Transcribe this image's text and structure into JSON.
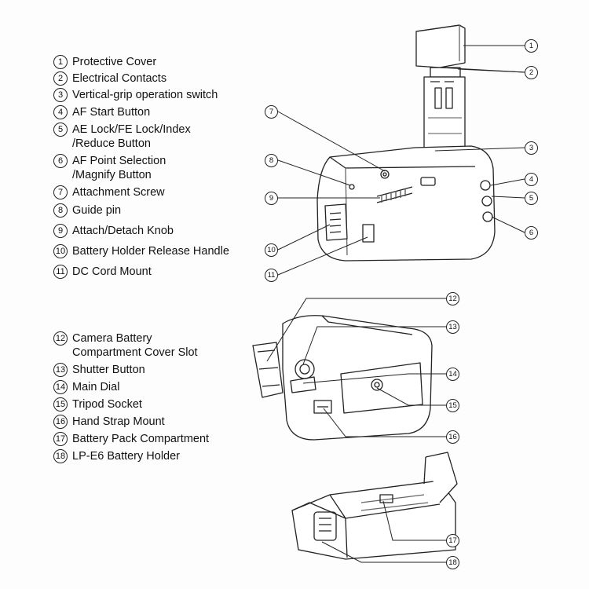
{
  "legend_top": [
    {
      "num": "1",
      "text": "Protective Cover"
    },
    {
      "num": "2",
      "text": "Electrical Contacts"
    },
    {
      "num": "3",
      "text": "Vertical-grip operation switch"
    },
    {
      "num": "4",
      "text": "AF Start Button"
    },
    {
      "num": "5",
      "text": "AE Lock/FE Lock/Index\n/Reduce Button"
    },
    {
      "num": "6",
      "text": "AF Point Selection\n/Magnify Button"
    },
    {
      "num": "7",
      "text": "Attachment Screw"
    },
    {
      "num": "8",
      "text": "Guide pin"
    },
    {
      "num": "9",
      "text": "Attach/Detach Knob"
    },
    {
      "num": "10",
      "text": "Battery Holder Release Handle"
    },
    {
      "num": "11",
      "text": "DC Cord Mount"
    }
  ],
  "legend_bottom": [
    {
      "num": "12",
      "text": "Camera Battery\nCompartment Cover Slot"
    },
    {
      "num": "13",
      "text": "Shutter Button"
    },
    {
      "num": "14",
      "text": "Main Dial"
    },
    {
      "num": "15",
      "text": "Tripod Socket"
    },
    {
      "num": "16",
      "text": "Hand Strap Mount"
    },
    {
      "num": "17",
      "text": "Battery Pack Compartment"
    },
    {
      "num": "18",
      "text": "LP-E6 Battery Holder"
    }
  ],
  "callouts": [
    "1",
    "2",
    "3",
    "4",
    "5",
    "6",
    "7",
    "8",
    "9",
    "10",
    "11",
    "12",
    "13",
    "14",
    "15",
    "16",
    "17",
    "18"
  ]
}
